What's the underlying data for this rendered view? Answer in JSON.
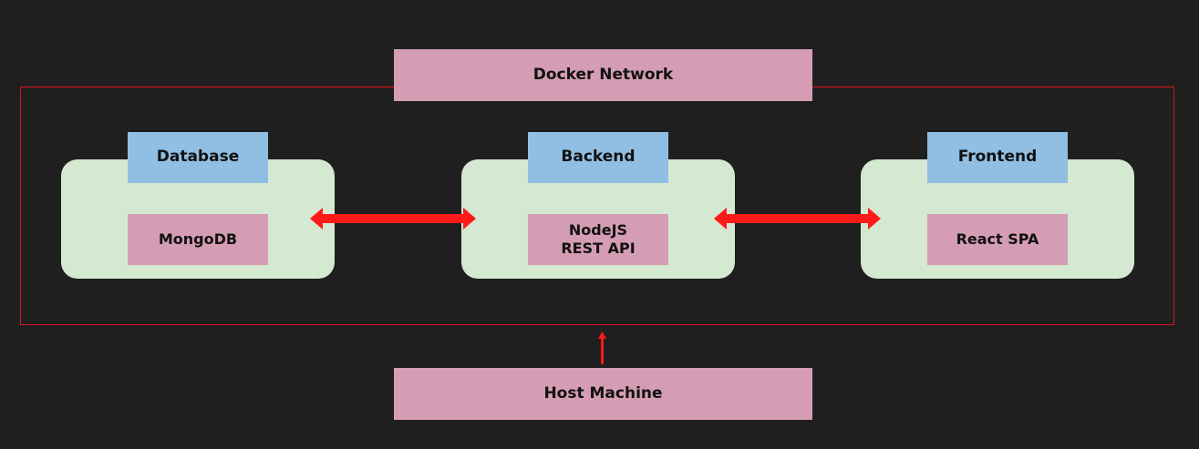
{
  "diagram": {
    "network_label": "Docker Network",
    "host_label": "Host Machine",
    "services": [
      {
        "title": "Database",
        "tech": "MongoDB"
      },
      {
        "title": "Backend",
        "tech": "NodeJS\nREST API"
      },
      {
        "title": "Frontend",
        "tech": "React SPA"
      }
    ]
  },
  "colors": {
    "background": "#1f1f1f",
    "network_border": "#e0121a",
    "arrow": "#ff1a1a",
    "container": "#d5e8d1",
    "title_box": "#90bfe3",
    "label_box": "#d49db3"
  }
}
